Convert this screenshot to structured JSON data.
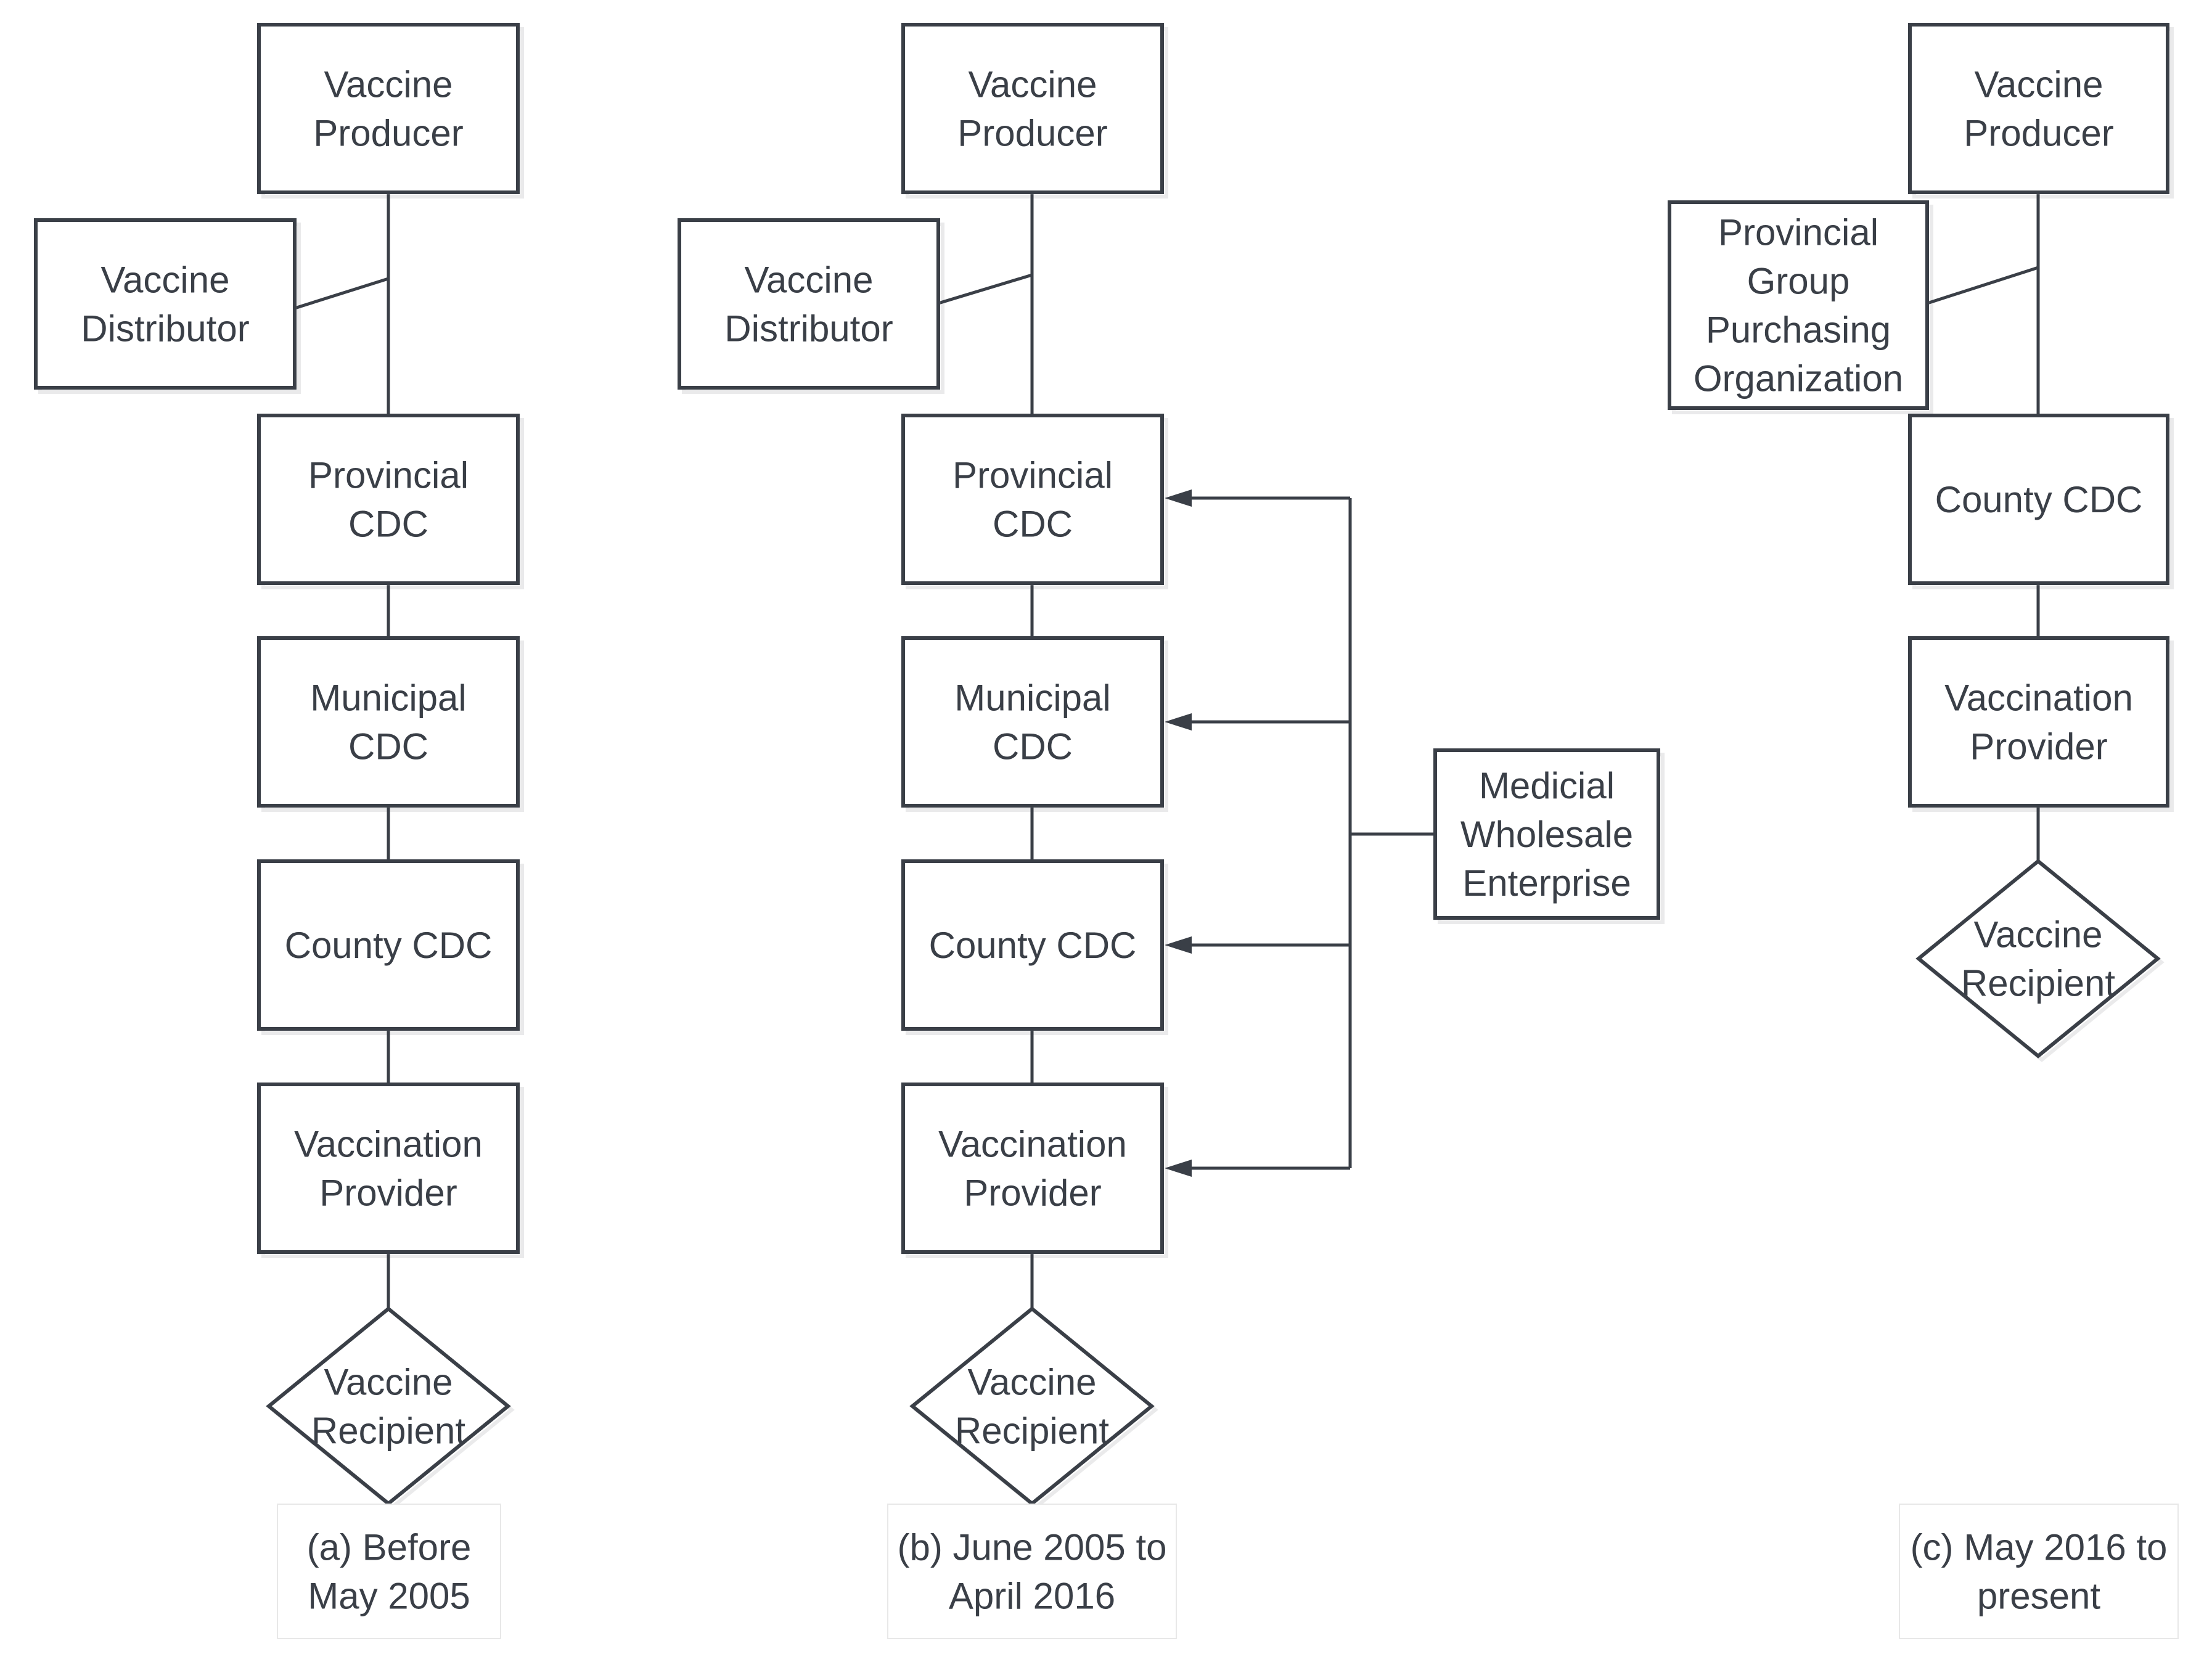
{
  "panels": [
    {
      "id": "a",
      "caption": [
        "(a) Before",
        "May 2005"
      ],
      "nodes": [
        {
          "id": "a-producer",
          "lines": [
            "Vaccine",
            "Producer"
          ]
        },
        {
          "id": "a-distributor",
          "lines": [
            "Vaccine",
            "Distributor"
          ]
        },
        {
          "id": "a-provincial",
          "lines": [
            "Provincial",
            "CDC"
          ]
        },
        {
          "id": "a-municipal",
          "lines": [
            "Municipal",
            "CDC"
          ]
        },
        {
          "id": "a-county",
          "lines": [
            "County CDC"
          ]
        },
        {
          "id": "a-provider",
          "lines": [
            "Vaccination",
            "Provider"
          ]
        },
        {
          "id": "a-recipient",
          "lines": [
            "Vaccine",
            "Recipient"
          ]
        }
      ]
    },
    {
      "id": "b",
      "caption": [
        "(b) June 2005 to",
        "April 2016"
      ],
      "nodes": [
        {
          "id": "b-producer",
          "lines": [
            "Vaccine",
            "Producer"
          ]
        },
        {
          "id": "b-distributor",
          "lines": [
            "Vaccine",
            "Distributor"
          ]
        },
        {
          "id": "b-provincial",
          "lines": [
            "Provincial",
            "CDC"
          ]
        },
        {
          "id": "b-municipal",
          "lines": [
            "Municipal",
            "CDC"
          ]
        },
        {
          "id": "b-county",
          "lines": [
            "County CDC"
          ]
        },
        {
          "id": "b-provider",
          "lines": [
            "Vaccination",
            "Provider"
          ]
        },
        {
          "id": "b-recipient",
          "lines": [
            "Vaccine",
            "Recipient"
          ]
        },
        {
          "id": "b-wholesale",
          "lines": [
            "Medicial",
            "Wholesale",
            "Enterprise"
          ]
        }
      ]
    },
    {
      "id": "c",
      "caption": [
        "(c) May 2016 to",
        "present"
      ],
      "nodes": [
        {
          "id": "c-producer",
          "lines": [
            "Vaccine",
            "Producer"
          ]
        },
        {
          "id": "c-gpo",
          "lines": [
            "Provincial",
            "Group",
            "Purchasing",
            "Organization"
          ]
        },
        {
          "id": "c-county",
          "lines": [
            "County CDC"
          ]
        },
        {
          "id": "c-provider",
          "lines": [
            "Vaccination",
            "Provider"
          ]
        },
        {
          "id": "c-recipient",
          "lines": [
            "Vaccine",
            "Recipient"
          ]
        }
      ]
    }
  ]
}
